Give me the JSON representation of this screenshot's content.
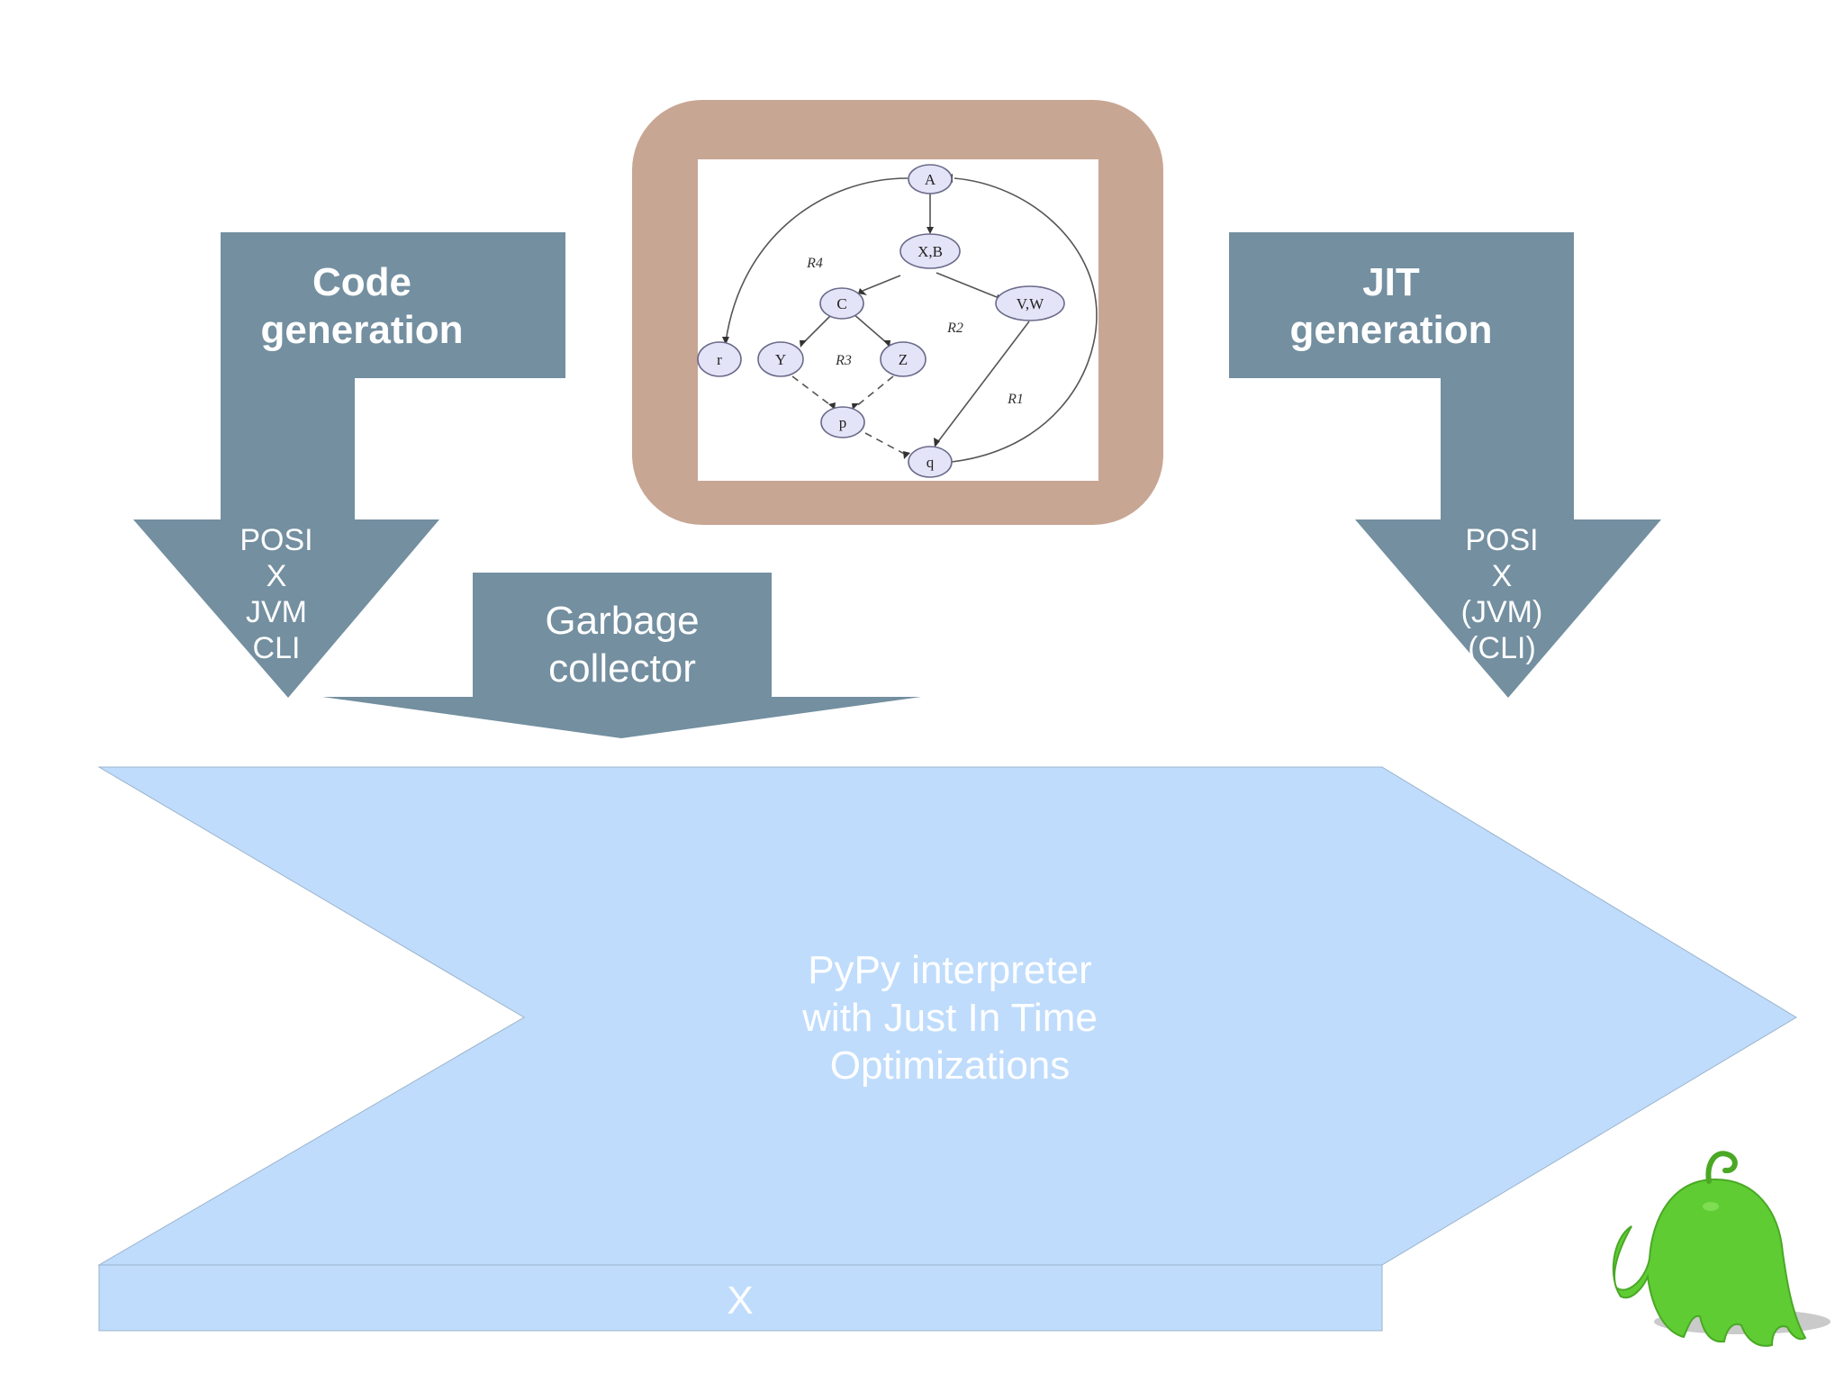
{
  "code_generation": {
    "title_lines": [
      "Code",
      "generation"
    ],
    "targets": [
      "POSI",
      "X",
      "JVM",
      "CLI"
    ]
  },
  "jit_generation": {
    "title_lines": [
      "JIT",
      "generation"
    ],
    "targets": [
      "POSI",
      "X",
      "(JVM)",
      "(CLI)"
    ]
  },
  "garbage_collector": {
    "title_lines": [
      "Garbage",
      "collector"
    ]
  },
  "interpreter": {
    "title_lines": [
      "PyPy interpreter",
      "with Just In Time",
      "Optimizations"
    ],
    "base_label": "X"
  },
  "graph": {
    "nodes": {
      "A": "A",
      "XB": "X,B",
      "VW": "V,W",
      "C": "C",
      "r": "r",
      "Y": "Y",
      "Z": "Z",
      "p": "p",
      "q": "q"
    },
    "region_labels": [
      "R4",
      "R2",
      "R3",
      "R1"
    ]
  },
  "colors": {
    "arrow_fill": "#738fa0",
    "interpreter_fill": "#bfdcfc",
    "frame_fill": "#c8a694",
    "node_fill": "#e4e4f8",
    "mascot_green": "#5fcc33"
  },
  "icons": {
    "mascot": "green-blob-mascot-icon"
  }
}
